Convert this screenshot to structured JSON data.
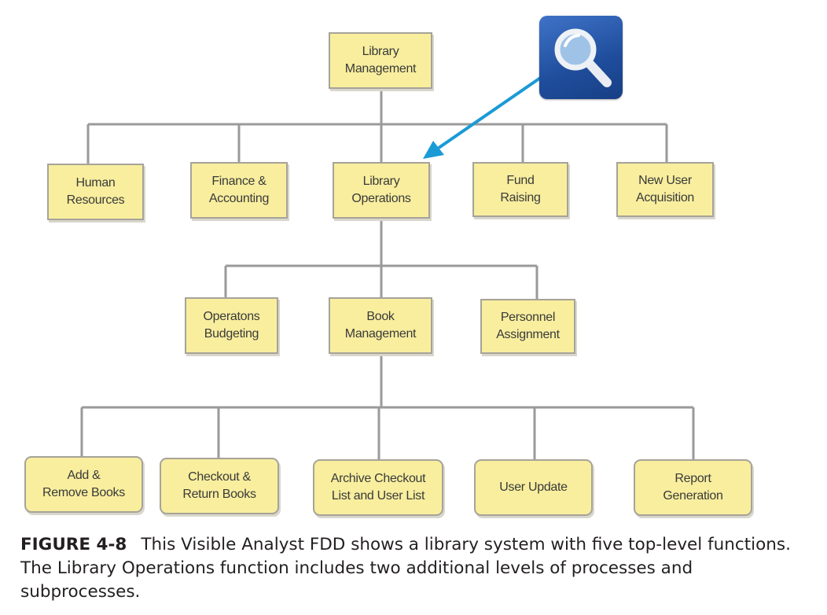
{
  "diagram": {
    "nodes": {
      "root": {
        "label": "Library\nManagement"
      },
      "hr": {
        "label": "Human\nResources"
      },
      "fin": {
        "label": "Finance &\nAccounting"
      },
      "ops": {
        "label": "Library\nOperations"
      },
      "fund": {
        "label": "Fund\nRaising"
      },
      "nua": {
        "label": "New User\nAcquisition"
      },
      "budg": {
        "label": "Operatons\nBudgeting"
      },
      "book": {
        "label": "Book\nManagement"
      },
      "pers": {
        "label": "Personnel\nAssignment"
      },
      "addrm": {
        "label": "Add &\nRemove Books"
      },
      "chk": {
        "label": "Checkout &\nReturn Books"
      },
      "arch": {
        "label": "Archive Checkout\nList and User List"
      },
      "upd": {
        "label": "User Update"
      },
      "rep": {
        "label": "Report\nGeneration"
      }
    },
    "edges": [
      [
        "root",
        "hr"
      ],
      [
        "root",
        "fin"
      ],
      [
        "root",
        "ops"
      ],
      [
        "root",
        "fund"
      ],
      [
        "root",
        "nua"
      ],
      [
        "ops",
        "budg"
      ],
      [
        "ops",
        "book"
      ],
      [
        "ops",
        "pers"
      ],
      [
        "book",
        "addrm"
      ],
      [
        "book",
        "chk"
      ],
      [
        "book",
        "arch"
      ],
      [
        "book",
        "upd"
      ],
      [
        "book",
        "rep"
      ]
    ],
    "zoom_icon": "magnifying-glass-icon",
    "zoom_target": "ops",
    "colors": {
      "node_fill": "#f8ee9e",
      "node_border": "#a6a39a",
      "connector": "#9a9a9a",
      "arrow": "#1b9ad6",
      "icon_bg": "#2a5cb0"
    }
  },
  "caption": {
    "label": "FIGURE 4-8",
    "text": "This Visible Analyst FDD shows a library system with five top-level functions. The Library Operations function includes two additional levels of processes and subprocesses."
  }
}
